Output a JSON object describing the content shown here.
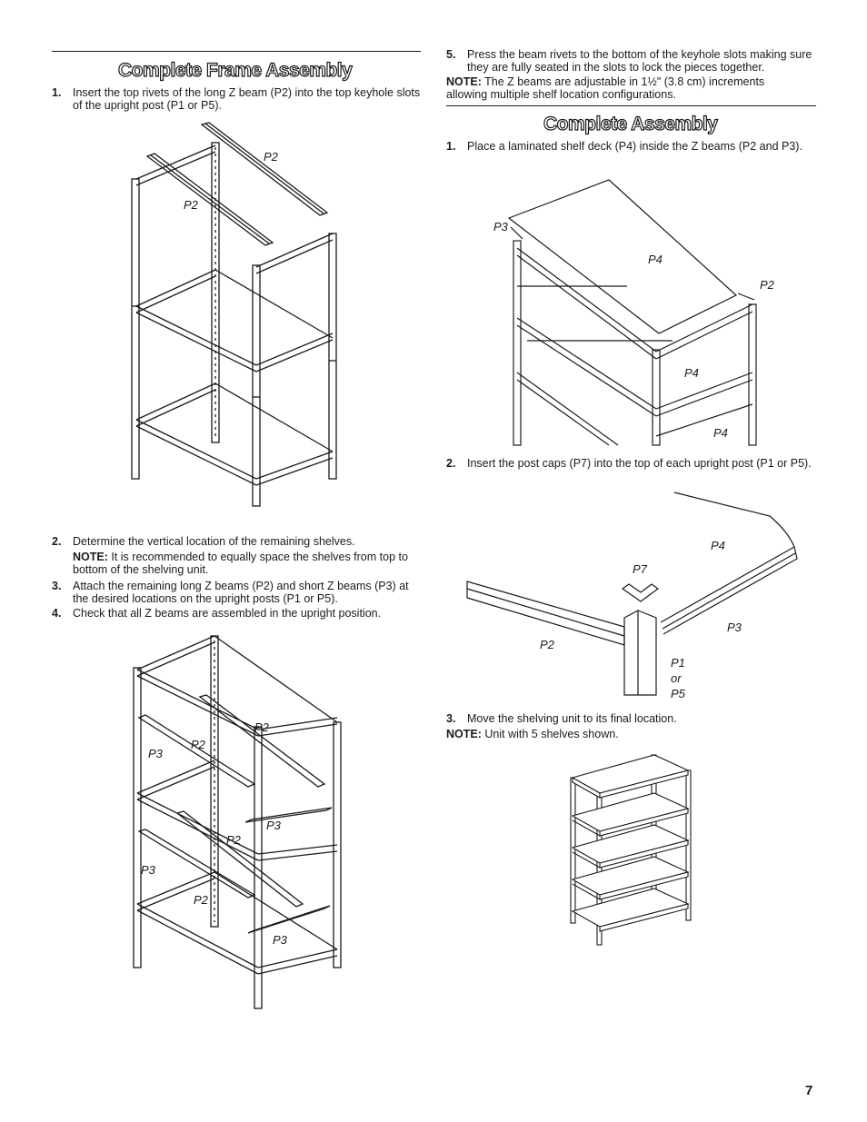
{
  "left": {
    "heading": "Complete Frame Assembly",
    "steps": [
      {
        "num": "1.",
        "text": "Insert the top rivets of the long Z beam (P2) into the top keyhole slots of the upright post (P1 or P5)."
      },
      {
        "num": "2.",
        "text": "Determine the vertical location of the remaining shelves."
      },
      {
        "num": "3.",
        "text": "Attach the remaining long Z beams (P2) and short Z beams (P3) at the desired locations on the upright posts (P1 or P5)."
      },
      {
        "num": "4.",
        "text": "Check that all Z beams are assembled in the upright position."
      }
    ],
    "note1": {
      "label": "NOTE:",
      "text": " It is recommended to equally space the shelves from top to bottom of the shelving unit."
    },
    "fig1_labels": [
      "P2",
      "P2"
    ],
    "fig2_labels": [
      "P2",
      "P3",
      "P2",
      "P3",
      "P2",
      "P3",
      "P2",
      "P3"
    ]
  },
  "right": {
    "step5": {
      "num": "5.",
      "text": "Press the beam rivets to the bottom of the keyhole slots making sure they are fully seated in the slots to lock the pieces together."
    },
    "note5": {
      "label": "NOTE:",
      "text": " The Z beams are adjustable in 1½\" (3.8 cm) increments allowing multiple shelf location configurations."
    },
    "heading": "Complete Assembly",
    "steps": [
      {
        "num": "1.",
        "text": "Place a laminated shelf deck (P4) inside the Z beams (P2 and P3)."
      },
      {
        "num": "2.",
        "text": "Insert the post caps (P7) into the top of each upright post (P1 or P5)."
      },
      {
        "num": "3.",
        "text": "Move the shelving unit to its final location."
      }
    ],
    "note3": {
      "label": "NOTE:",
      "text": " Unit with 5 shelves shown."
    },
    "fig3_labels": [
      "P3",
      "P4",
      "P2",
      "P4",
      "P4"
    ],
    "fig4_labels": [
      "P4",
      "P7",
      "P3",
      "P2",
      "P1",
      "or",
      "P5"
    ]
  },
  "page_number": "7"
}
